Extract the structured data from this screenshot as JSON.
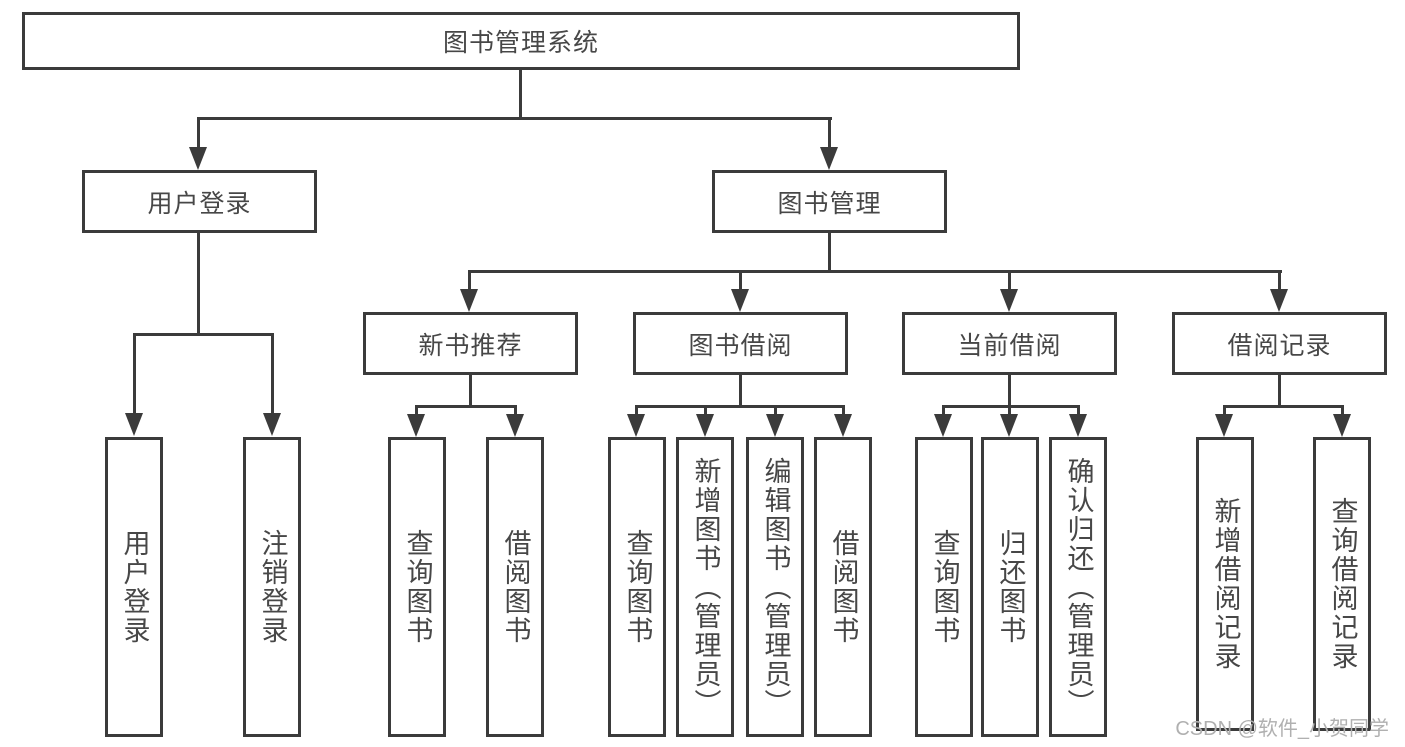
{
  "diagram": {
    "root": {
      "label": "图书管理系统"
    },
    "level2": [
      {
        "label": "用户登录"
      },
      {
        "label": "图书管理"
      }
    ],
    "level3": [
      {
        "label": "新书推荐"
      },
      {
        "label": "图书借阅"
      },
      {
        "label": "当前借阅"
      },
      {
        "label": "借阅记录"
      }
    ],
    "leaves": [
      {
        "label": "用户登录"
      },
      {
        "label": "注销登录"
      },
      {
        "label": "查询图书"
      },
      {
        "label": "借阅图书"
      },
      {
        "label": "查询图书"
      },
      {
        "label": "新增图书（管理员）"
      },
      {
        "label": "编辑图书（管理员）"
      },
      {
        "label": "借阅图书"
      },
      {
        "label": "查询图书"
      },
      {
        "label": "归还图书"
      },
      {
        "label": "确认归还（管理员）"
      },
      {
        "label": "新增借阅记录"
      },
      {
        "label": "查询借阅记录"
      }
    ],
    "colors": {
      "line": "#3b3b3b",
      "text": "#474747",
      "watermark": "#b0b0b0"
    }
  },
  "watermark": "CSDN @软件_小贺同学"
}
